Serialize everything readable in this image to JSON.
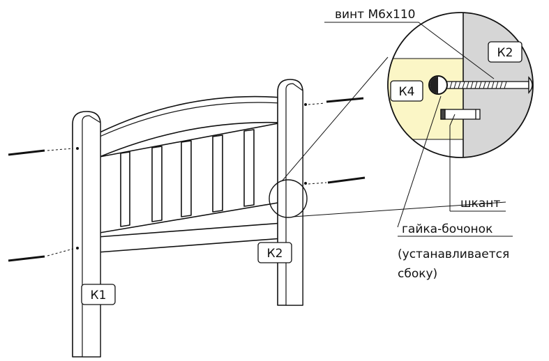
{
  "parts": {
    "k1": "К1",
    "k2_leg": "К2",
    "k2_detail": "К2",
    "k4": "К4"
  },
  "labels": {
    "screw": "винт М6х110",
    "dowel": "шкант",
    "barrel_nut": "гайка-бочонок",
    "note_line1": "(устанавливается",
    "note_line2": "сбоку)"
  },
  "colors": {
    "k4_fill": "#fbf6c6",
    "k2_fill": "#d6d6d6",
    "line": "#111111"
  }
}
